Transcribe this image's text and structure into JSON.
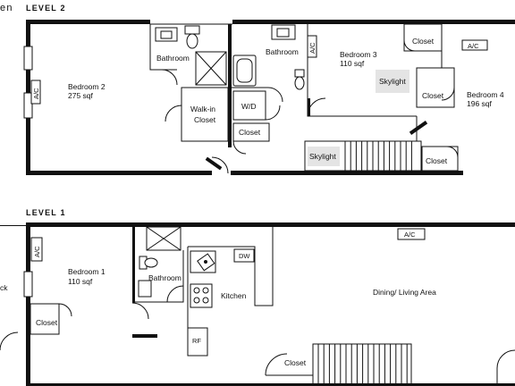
{
  "corner_fragment": "en",
  "level2": {
    "heading": "LEVEL 2",
    "bedroom2": {
      "name": "Bedroom 2",
      "area": "275 sqf"
    },
    "bath_a": "Bathroom",
    "walkin": {
      "line1": "Walk-in",
      "line2": "Closet"
    },
    "bath_b": "Bathroom",
    "wd": "W/D",
    "closet_hall": "Closet",
    "bedroom3": {
      "name": "Bedroom 3",
      "area": "110 sqf"
    },
    "skylight_room": "Skylight",
    "closet_b3": "Closet",
    "closet_b4": "Closet",
    "bedroom4": {
      "name": "Bedroom 4",
      "area": "196 sqf"
    },
    "skylight_stair": "Skylight",
    "closet_stair": "Closet",
    "ac_left": "A/C",
    "ac_mid": "A/C",
    "ac_right": "A/C"
  },
  "level1": {
    "heading": "LEVEL 1",
    "ac_left": "A/C",
    "ac_right": "A/C",
    "bedroom1": {
      "name": "Bedroom 1",
      "area": "110 sqf"
    },
    "bathroom": "Bathroom",
    "dw": "DW",
    "kitchen": "Kitchen",
    "rf": "RF",
    "closet_b1": "Closet",
    "closet_stair": "Closet",
    "dining": "Dining/ Living Area",
    "left_fragment": "ck"
  }
}
